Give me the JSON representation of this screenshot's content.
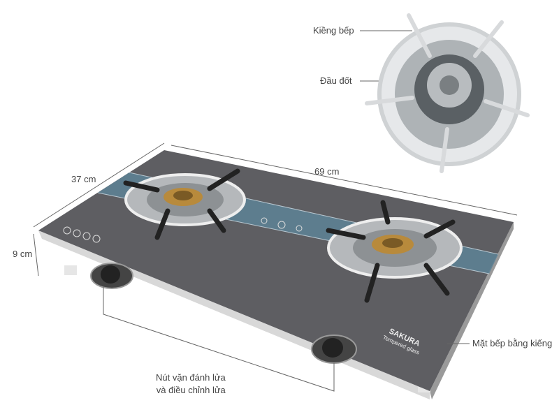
{
  "labels": {
    "pan_support": "Kiềng bếp",
    "burner_head": "Đầu đốt",
    "depth": "37 cm",
    "width": "69 cm",
    "height": "9 cm",
    "glass_top": "Mặt bếp bằng kiếng",
    "knob_line1": "Nút vặn đánh lửa",
    "knob_line2": "và điều chỉnh lửa"
  },
  "brand": {
    "name": "SAKURA",
    "tagline": "Tempered glass"
  },
  "colors": {
    "glass": "#5e5e62",
    "stripe": "#5d8296",
    "steel": "#c9cccf",
    "text": "#444444"
  }
}
